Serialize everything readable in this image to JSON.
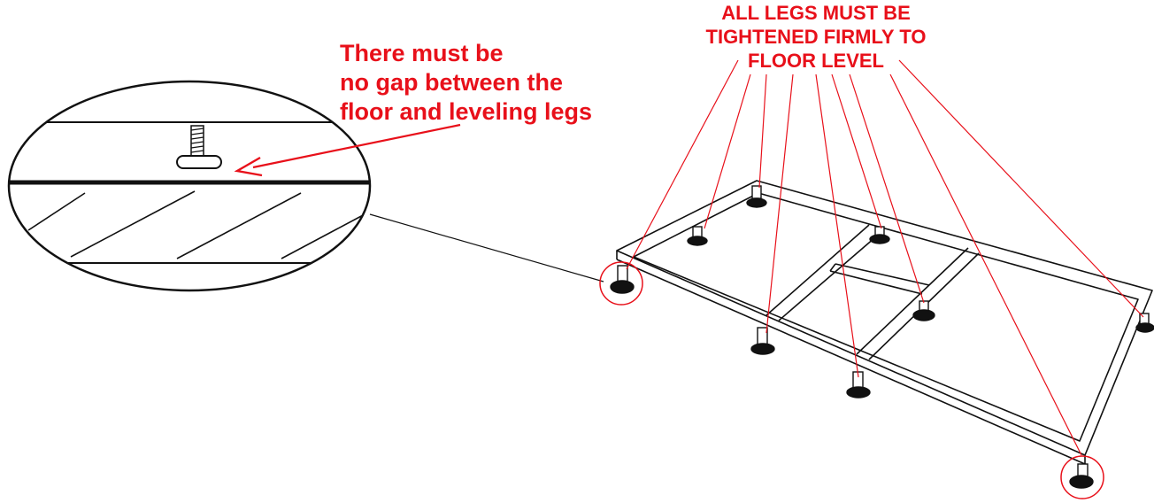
{
  "annotations": {
    "gap_note": {
      "lines": [
        "There must be",
        "no gap between the",
        "floor and leveling legs"
      ]
    },
    "legs_note": {
      "lines": [
        "ALL LEGS MUST BE",
        "TIGHTENED FIRMLY TO",
        "FLOOR LEVEL"
      ]
    }
  },
  "colors": {
    "annotation": "#e8101a",
    "line_art": "#111111",
    "background": "#ffffff"
  }
}
